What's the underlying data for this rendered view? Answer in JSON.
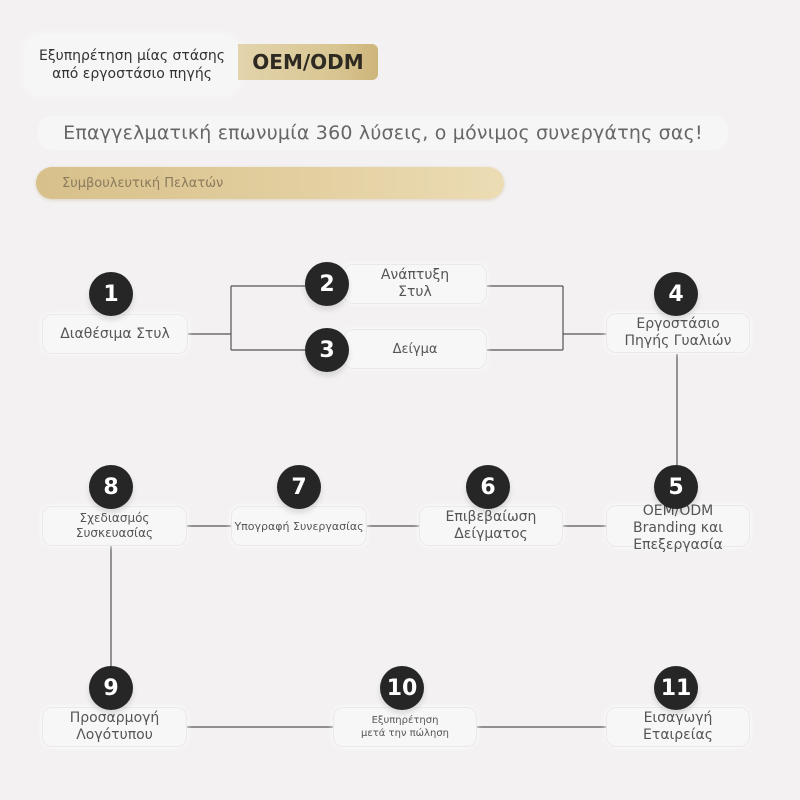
{
  "header": {
    "one_stop_line1": "Εξυπηρέτηση μίας στάσης",
    "one_stop_line2": "από εργοστάσιο πηγής",
    "badge": "OEM/ODM",
    "slogan": "Επαγγελματική επωνυμία 360 λύσεις, ο μόνιμος συνεργάτης σας!",
    "consult_label": "Συμβουλευτική Πελατών"
  },
  "steps": [
    {
      "number": "1",
      "line1": "Διαθέσιμα Στυλ",
      "line2": ""
    },
    {
      "number": "2",
      "line1": "Ανάπτυξη",
      "line2": "Στυλ"
    },
    {
      "number": "3",
      "line1": "Δείγμα",
      "line2": ""
    },
    {
      "number": "4",
      "line1": "Εργοστάσιο",
      "line2": "Πηγής Γυαλιών"
    },
    {
      "number": "5",
      "line1": "OEM/ODM",
      "line2": "Branding και",
      "line3": "Επεξεργασία"
    },
    {
      "number": "6",
      "line1": "Επιβεβαίωση",
      "line2": "Δείγματος"
    },
    {
      "number": "7",
      "line1": "Υπογραφή Συνεργασίας",
      "line2": ""
    },
    {
      "number": "8",
      "line1": "Σχεδιασμός",
      "line2": "Συσκευασίας"
    },
    {
      "number": "9",
      "line1": "Προσαρμογή",
      "line2": "Λογότυπου"
    },
    {
      "number": "10",
      "line1": "Εξυπηρέτηση",
      "line2": "μετά την πώληση"
    },
    {
      "number": "11",
      "line1": "Εισαγωγή",
      "line2": "Εταιρείας"
    }
  ],
  "colors": {
    "circle": "#262626",
    "gold": "#d8c591",
    "line": "#555555"
  }
}
